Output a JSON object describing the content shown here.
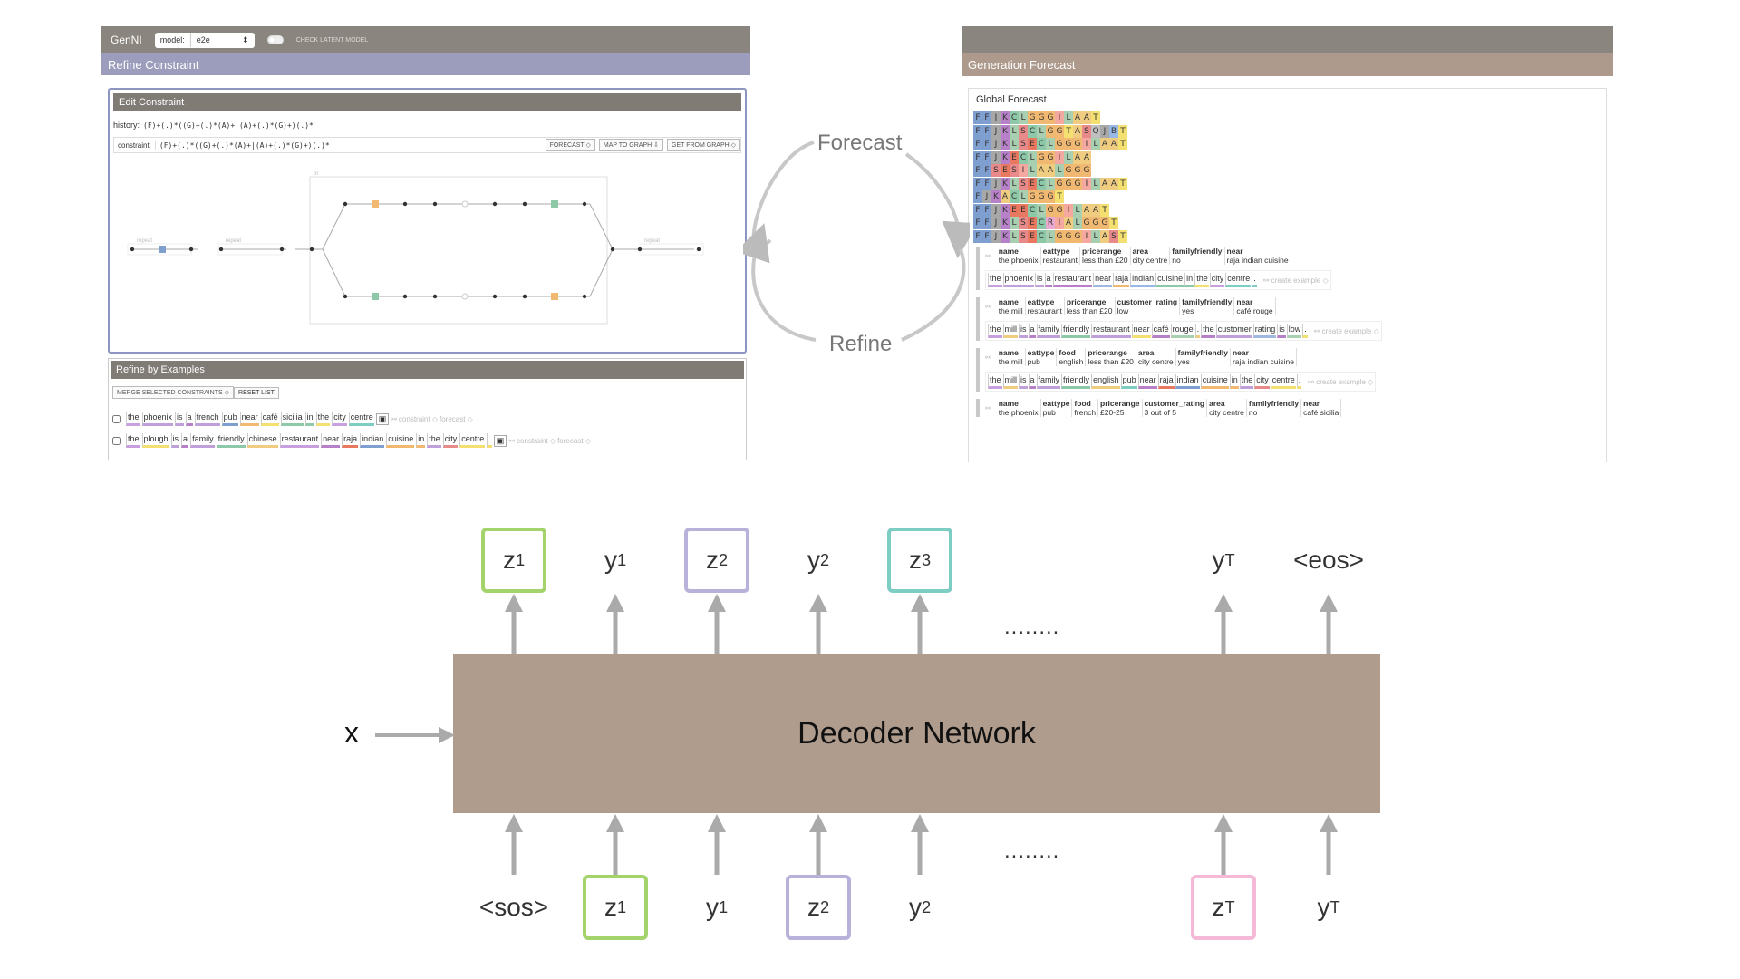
{
  "app": {
    "title": "GenNI",
    "model_label": "model:",
    "model_value": "e2e",
    "toggle_label": "CHECK LATENT MODEL"
  },
  "refine": {
    "title": "Refine Constraint"
  },
  "edit": {
    "title": "Edit Constraint",
    "history_label": "history:",
    "history_value": "(F)+(.)*((G)+(.)*(A)+|(A)+(.)*(G)+)(.)*",
    "constraint_label": "constraint:",
    "constraint_value": "(F)+(.)*((G)+(.)*(A)+|(A)+(.)*(G)+)(.)*",
    "forecast_btn": "FORECAST ◇",
    "map_btn": "MAP TO GRAPH ⇩",
    "get_btn": "GET FROM GRAPH ◇",
    "repeat": "repeat",
    "node_f": "F",
    "node_g": "G",
    "node_a": "A",
    "or_label": "or"
  },
  "examples": {
    "title": "Refine by Examples",
    "merge_btn": "MERGE SELECTED CONSTRAINTS ◇",
    "reset_btn": "RESET LIST",
    "constraint_link": "constraint",
    "forecast_link": "forecast",
    "rows": [
      [
        "the",
        "phoenix",
        "is",
        "a",
        "french",
        "pub",
        "near",
        "café",
        "sicilia",
        "in",
        "the",
        "city",
        "centre"
      ],
      [
        "the",
        "plough",
        "is",
        "a",
        "family",
        "friendly",
        "chinese",
        "restaurant",
        "near",
        "raja",
        "indian",
        "cuisine",
        "in",
        "the",
        "city",
        "centre",
        "."
      ]
    ]
  },
  "forecast": {
    "title": "Generation Forecast",
    "global_title": "Global Forecast",
    "create_example": "create example",
    "rows": [
      "FFJKCLGGGILAAT",
      "FFJKLSCLGGTASQJBT",
      "FFJKLSECLGGGILAAT",
      "FFJKECLGGILAA",
      "FFSESILAALGGG",
      "FFJKLSECLGGGILAAT",
      "FJKACLGGGT",
      "FFJKEECLGGILAAT",
      "FFJKLSECRIALGGGT",
      "FFJKLSECLGGGILAST"
    ],
    "cards": [
      {
        "headers": [
          "name",
          "eattype",
          "pricerange",
          "area",
          "familyfriendly",
          "near"
        ],
        "values": [
          "the phoenix",
          "restaurant",
          "less than £20",
          "city centre",
          "no",
          "raja indian cuisine"
        ],
        "tokens": [
          "the",
          "phoenix",
          "is",
          "a",
          "restaurant",
          "near",
          "raja",
          "indian",
          "cuisine",
          "in",
          "the",
          "city",
          "centre",
          "."
        ]
      },
      {
        "headers": [
          "name",
          "eattype",
          "pricerange",
          "customer_rating",
          "familyfriendly",
          "near"
        ],
        "values": [
          "the mill",
          "restaurant",
          "less than £20",
          "low",
          "yes",
          "café rouge"
        ],
        "tokens": [
          "the",
          "mill",
          "is",
          "a",
          "family",
          "friendly",
          "restaurant",
          "near",
          "café",
          "rouge",
          ".",
          "the",
          "customer",
          "rating",
          "is",
          "low",
          "."
        ]
      },
      {
        "headers": [
          "name",
          "eattype",
          "food",
          "pricerange",
          "area",
          "familyfriendly",
          "near"
        ],
        "values": [
          "the mill",
          "pub",
          "english",
          "less than £20",
          "city centre",
          "yes",
          "raja indian cuisine"
        ],
        "tokens": [
          "the",
          "mill",
          "is",
          "a",
          "family",
          "friendly",
          "english",
          "pub",
          "near",
          "raja",
          "indian",
          "cuisine",
          "in",
          "the",
          "city",
          "centre",
          "."
        ]
      },
      {
        "headers": [
          "name",
          "eattype",
          "food",
          "pricerange",
          "customer_rating",
          "area",
          "familyfriendly",
          "near"
        ],
        "values": [
          "the phoenix",
          "pub",
          "french",
          "£20-25",
          "3 out of 5",
          "city centre",
          "no",
          "café sicilia"
        ],
        "tokens": []
      }
    ]
  },
  "cycle": {
    "forecast": "Forecast",
    "refine": "Refine"
  },
  "diagram": {
    "top": [
      {
        "t": "z",
        "s": "1",
        "box": "#a3d36a"
      },
      {
        "t": "y",
        "s": "1"
      },
      {
        "t": "z",
        "s": "2",
        "box": "#b8b2db"
      },
      {
        "t": "y",
        "s": "2"
      },
      {
        "t": "z",
        "s": "3",
        "box": "#7ecdc2"
      },
      {
        "t": "y",
        "s": "T"
      },
      {
        "t": "<eos>",
        "s": ""
      }
    ],
    "bottom": [
      {
        "t": "<sos>",
        "s": ""
      },
      {
        "t": "z",
        "s": "1",
        "box": "#a3d36a"
      },
      {
        "t": "y",
        "s": "1"
      },
      {
        "t": "z",
        "s": "2",
        "box": "#b8b2db"
      },
      {
        "t": "y",
        "s": "2"
      },
      {
        "t": "z",
        "s": "T",
        "box": "#f5b8d6"
      },
      {
        "t": "y",
        "s": "T"
      }
    ],
    "dots": "........",
    "network": "Decoder Network",
    "input": "x"
  },
  "colors": {
    "F": "#7f9fd0",
    "J": "#a8a8a8",
    "K": "#b880c8",
    "C": "#8dc8a8",
    "L": "#a8d0b0",
    "S": "#e88a8a",
    "E": "#e87860",
    "G": "#f0b870",
    "I": "#f4a8a0",
    "A": "#f0cc80",
    "T": "#f4e070",
    "Q": "#c0c0c0",
    "B": "#98b8e8",
    "R": "#e8a8d0"
  }
}
